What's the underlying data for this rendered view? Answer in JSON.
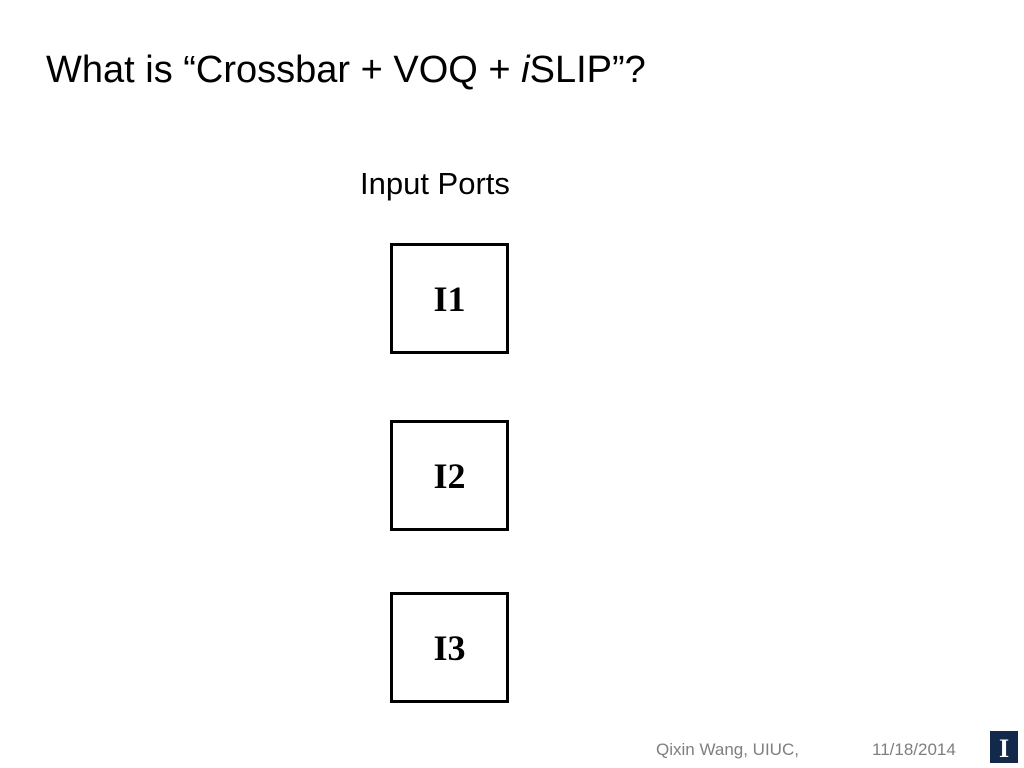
{
  "title": {
    "before_italic": "What is “Crossbar + VOQ + ",
    "italic": "i",
    "after_italic": "SLIP”?"
  },
  "diagram": {
    "section_label": "Input Ports",
    "ports": [
      {
        "label": "I1"
      },
      {
        "label": "I2"
      },
      {
        "label": "I3"
      }
    ]
  },
  "footer": {
    "author": "Qixin Wang, UIUC,",
    "date": "11/18/2014",
    "logo_letter": "I"
  },
  "colors": {
    "logo_background": "#13294b",
    "logo_accent": "#ffffff",
    "footer_text": "#7f7f7f"
  }
}
